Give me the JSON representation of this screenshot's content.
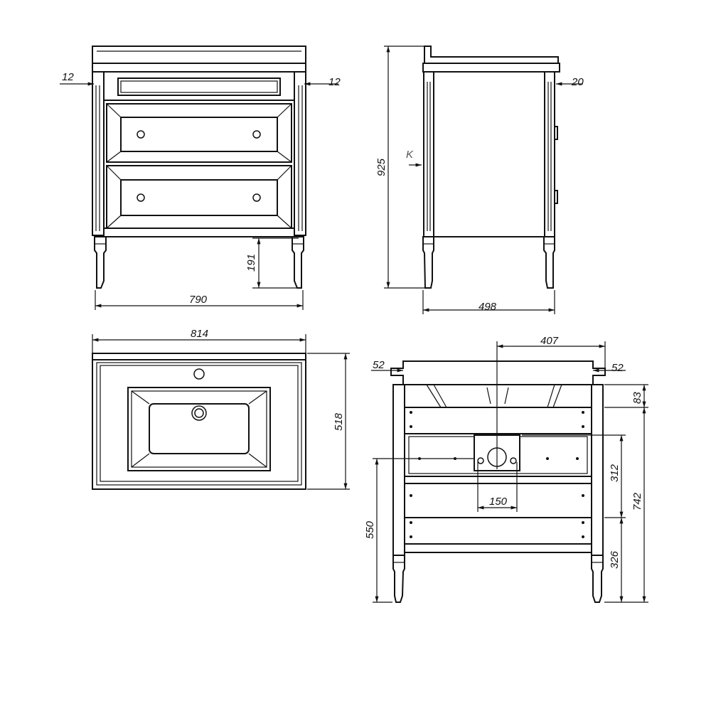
{
  "front_view": {
    "dim_side_left": "12",
    "dim_side_right": "12",
    "dim_leg_height": "191",
    "dim_width": "790"
  },
  "side_view": {
    "dim_height": "925",
    "dim_leg_offset": "20",
    "section_marker": "K",
    "dim_depth": "498"
  },
  "top_view": {
    "dim_width": "814",
    "dim_depth": "518"
  },
  "back_view": {
    "dim_center": "407",
    "dim_edge_left": "52",
    "dim_edge_right": "52",
    "dim_top_rail": "83",
    "dim_opening": "312",
    "dim_total_height": "742",
    "dim_bottom": "326",
    "dim_pipe_height": "550",
    "dim_pipe_width": "150"
  }
}
